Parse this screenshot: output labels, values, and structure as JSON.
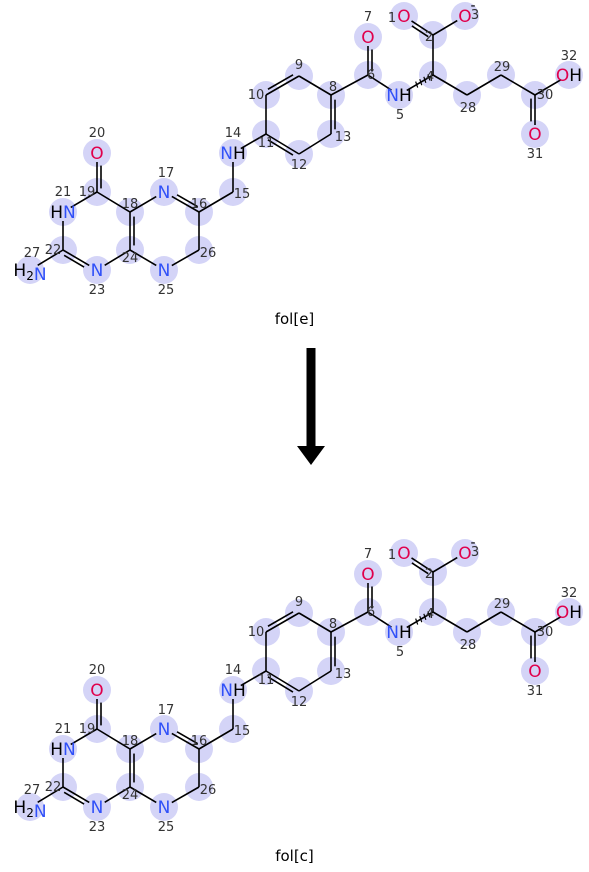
{
  "reactant": {
    "caption": "fol[e]",
    "element_labels": {
      "O7": "O",
      "N5": "NH",
      "O1": "O",
      "O3": "O",
      "O32": "OH",
      "O31": "O",
      "N14": "NH",
      "O20": "O",
      "N17": "N",
      "N21": "HN",
      "N27": "H2N",
      "N23": "N",
      "N25": "N"
    },
    "charge_label": "-",
    "atom_numbers": [
      "1",
      "2",
      "3",
      "4",
      "5",
      "6",
      "7",
      "8",
      "9",
      "10",
      "11",
      "12",
      "13",
      "14",
      "15",
      "16",
      "17",
      "18",
      "19",
      "20",
      "21",
      "22",
      "23",
      "24",
      "25",
      "26",
      "27",
      "28",
      "29",
      "30",
      "31",
      "32"
    ]
  },
  "product": {
    "caption": "fol[c]",
    "element_labels": {
      "O7": "O",
      "N5": "NH",
      "O1": "O",
      "O3": "O",
      "O32": "OH",
      "O31": "O",
      "N14": "NH",
      "O20": "O",
      "N17": "N",
      "N21": "HN",
      "N27": "H2N",
      "N23": "N",
      "N25": "N"
    },
    "charge_label": "-",
    "atom_numbers": [
      "1",
      "2",
      "3",
      "4",
      "5",
      "6",
      "7",
      "8",
      "9",
      "10",
      "11",
      "12",
      "13",
      "14",
      "15",
      "16",
      "17",
      "18",
      "19",
      "20",
      "21",
      "22",
      "23",
      "24",
      "25",
      "26",
      "27",
      "28",
      "29",
      "30",
      "31",
      "32"
    ]
  },
  "arrow": {
    "direction": "down",
    "color": "#000000"
  },
  "colors": {
    "highlight": "#d4d4f7",
    "nitrogen": "#3050f8",
    "oxygen": "#e0004c",
    "bond": "#000000"
  }
}
